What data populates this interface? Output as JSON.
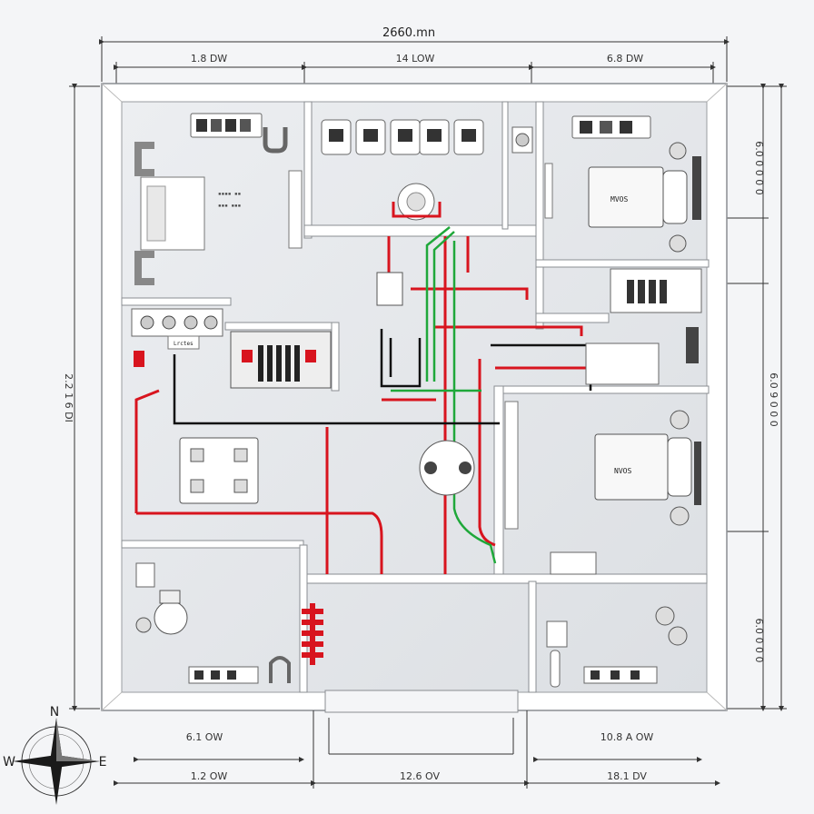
{
  "dimensions": {
    "overall_width": "2660.mn",
    "top_left": "1.8 DW",
    "top_middle": "14 LOW",
    "top_right": "6.8 DW",
    "left_side": "2.2 1 6 DI",
    "right_top": "6.0 0 0 0 0",
    "right_middle": "6.0 9 0 0 0",
    "right_bottom": "6.0 0 0 0",
    "bottom_left_inner": "6.1 OW",
    "bottom_right_inner": "10.8 A OW",
    "bottom_left": "1.2 OW",
    "bottom_middle": "12.6 OV",
    "bottom_right": "18.1 DV"
  },
  "labels": {
    "panel_label": "Lrctes",
    "appliance_top_right": "MVOS",
    "appliance_right_mid": "NVOS"
  },
  "compass": {
    "north": "N",
    "west": "W",
    "east": "E"
  },
  "colors": {
    "wall": "#ffffff",
    "floor": "#e6e8eb",
    "wire_red": "#d8141e",
    "wire_green": "#1fa83a",
    "wire_black": "#111111"
  }
}
